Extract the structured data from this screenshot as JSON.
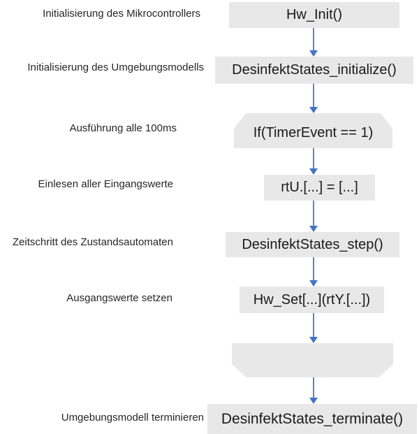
{
  "diagram": {
    "type": "flowchart",
    "direction": "top-down",
    "colors": {
      "node_fill": "#e8e8e8",
      "node_text": "#1a1a1a",
      "label_text": "#262626",
      "arrow": "#4472c4",
      "background": "#ffffff"
    }
  },
  "steps": [
    {
      "label": "Initialisierung des Mikrocontrollers",
      "code": "Hw_Init()",
      "shape": "rectangle"
    },
    {
      "label": "Initialisierung des Umgebungsmodells",
      "code": "DesinfektStates_initialize()",
      "shape": "rectangle"
    },
    {
      "label": "Ausführung alle 100ms",
      "code": "If(TimerEvent == 1)",
      "shape": "if-block-top"
    },
    {
      "label": "Einlesen aller Eingangswerte",
      "code": "rtU.[...] = [...]",
      "shape": "rectangle"
    },
    {
      "label": "Zeitschritt des Zustandsautomaten",
      "code": "DesinfektStates_step()",
      "shape": "rectangle"
    },
    {
      "label": "Ausgangswerte setzen",
      "code": "Hw_Set[...](rtY.[...])",
      "shape": "rectangle"
    },
    {
      "label": "",
      "code": "",
      "shape": "if-block-bottom"
    },
    {
      "label": "Umgebungsmodell terminieren",
      "code": "DesinfektStates_terminate()",
      "shape": "rectangle"
    }
  ]
}
